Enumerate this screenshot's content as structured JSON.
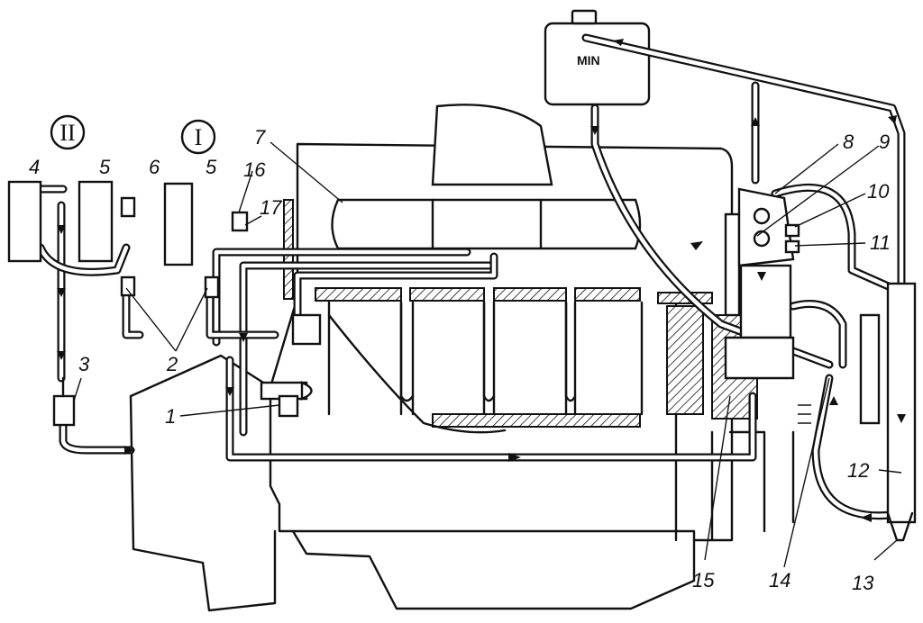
{
  "diagram": {
    "circuit_labels": [
      "II",
      "I"
    ],
    "tank_label": "MIN",
    "callouts": {
      "n1": "1",
      "n2": "2",
      "n3": "3",
      "n4": "4",
      "n5a": "5",
      "n5b": "5",
      "n6": "6",
      "n7": "7",
      "n8": "8",
      "n9": "9",
      "n10": "10",
      "n11": "11",
      "n12": "12",
      "n13": "13",
      "n14": "14",
      "n15": "15",
      "n16": "16",
      "n17": "17"
    }
  }
}
